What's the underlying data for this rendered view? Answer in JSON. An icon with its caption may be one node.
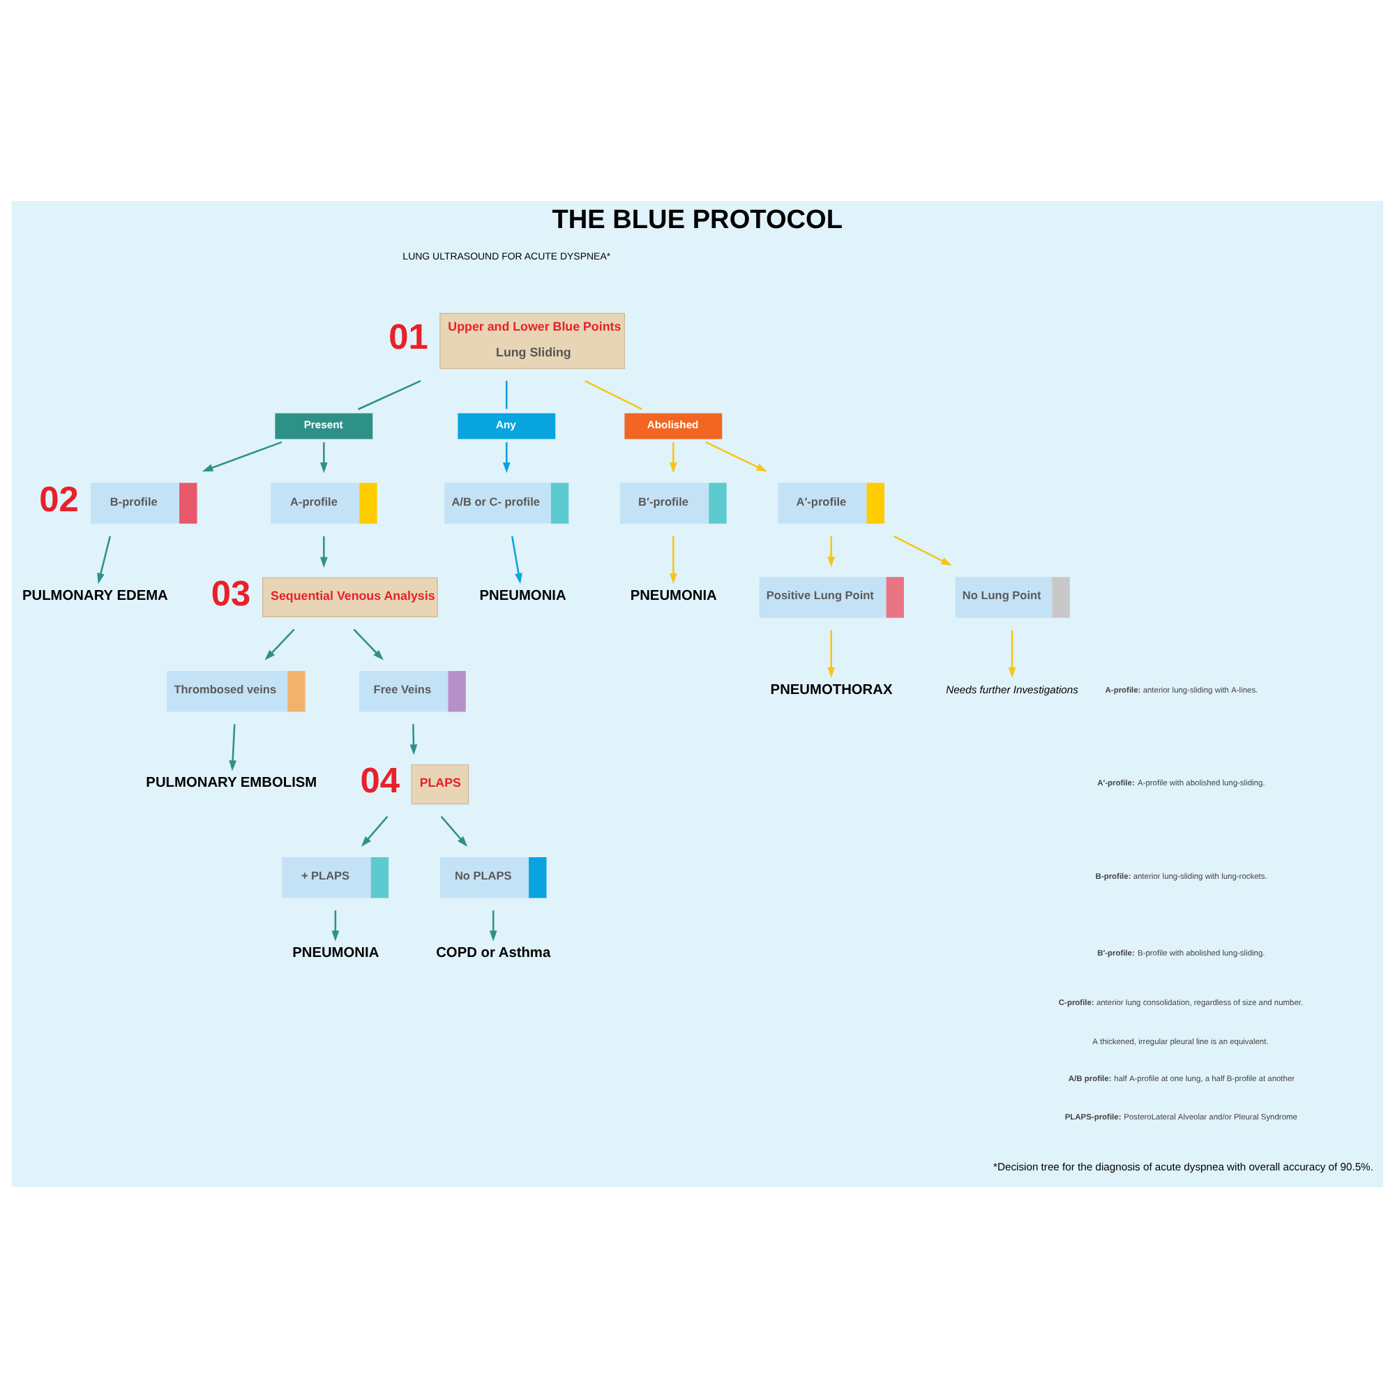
{
  "diagram": {
    "title": "THE BLUE PROTOCOL",
    "caption": "*Decision tree for the diagnosis of acute dyspnea with overall accuracy of 90.5%.",
    "nodes": [
      {
        "text": [
          "Upper and Lower Blue Points",
          "Lung Sliding"
        ],
        "beside": [
          "01"
        ]
      },
      {
        "text": [
          "Present"
        ]
      },
      {
        "text": [
          "Any"
        ]
      },
      {
        "text": [
          "Abolished"
        ]
      },
      {
        "text": [
          "B-profile"
        ],
        "beside": [
          "02"
        ]
      },
      {
        "text": [
          "A-profile"
        ]
      },
      {
        "text": [
          "A/B or C- profile"
        ]
      },
      {
        "text": [
          "B′-profile"
        ]
      },
      {
        "text": [
          "A′-profile"
        ]
      },
      {
        "text": [
          "PULMONARY EDEMA"
        ]
      },
      {
        "text": [
          "PNEUMONIA"
        ]
      },
      {
        "text": [
          "PNEUMONIA"
        ]
      },
      {
        "text": [
          "Sequential Venous Analysis"
        ],
        "beside": [
          "03"
        ]
      },
      {
        "text": [
          "Positive Lung Point"
        ]
      },
      {
        "text": [
          "No Lung Point"
        ]
      },
      {
        "text": [
          "Thrombosed veins"
        ]
      },
      {
        "text": [
          "Free Veins"
        ]
      },
      {
        "text": [
          "PNEUMOTHORAX"
        ]
      },
      {
        "text": [
          "Needs further Investigations"
        ]
      },
      {
        "text": [
          "PULMONARY EMBOLISM"
        ]
      },
      {
        "text": [
          "PLAPS"
        ],
        "beside": [
          "04"
        ]
      },
      {
        "text": [
          "+ PLAPS"
        ]
      },
      {
        "text": [
          "No PLAPS"
        ]
      },
      {
        "text": [
          "PNEUMONIA"
        ]
      },
      {
        "text": [
          "COPD or Asthma"
        ]
      }
    ],
    "edges": [
      {
        "from": 0,
        "to": 1,
        "arrow": "none"
      },
      {
        "from": 0,
        "to": 2,
        "arrow": "none",
        "color": "#0aa3e0"
      },
      {
        "from": 0,
        "to": 3,
        "arrow": "none",
        "color": "#f5c518"
      },
      {
        "from": 1,
        "to": 4,
        "arrow": "to"
      },
      {
        "from": 1,
        "to": 5,
        "arrow": "to"
      },
      {
        "from": 2,
        "to": 6,
        "arrow": "to",
        "color": "#0aa3e0"
      },
      {
        "from": 3,
        "to": 7,
        "arrow": "to",
        "color": "#f5c518"
      },
      {
        "from": 3,
        "to": 8,
        "arrow": "to",
        "color": "#f5c518"
      },
      {
        "from": 4,
        "to": 9,
        "arrow": "to"
      },
      {
        "from": 5,
        "to": 12,
        "arrow": "to"
      },
      {
        "from": 6,
        "to": 10,
        "arrow": "to",
        "color": "#0aa3e0"
      },
      {
        "from": 7,
        "to": 11,
        "arrow": "to",
        "color": "#f5c518"
      },
      {
        "from": 8,
        "to": 13,
        "arrow": "to",
        "color": "#f5c518"
      },
      {
        "from": 8,
        "to": 14,
        "arrow": "to",
        "color": "#f5c518"
      },
      {
        "from": 12,
        "to": 15,
        "arrow": "to"
      },
      {
        "from": 12,
        "to": 16,
        "arrow": "to"
      },
      {
        "from": 13,
        "to": 17,
        "arrow": "to",
        "color": "#f5c518"
      },
      {
        "from": 14,
        "to": 18,
        "arrow": "to",
        "color": "#f5c518"
      },
      {
        "from": 15,
        "to": 19,
        "arrow": "to"
      },
      {
        "from": 16,
        "to": 20,
        "arrow": "to"
      },
      {
        "from": 20,
        "to": 21,
        "arrow": "to"
      },
      {
        "from": 20,
        "to": 22,
        "arrow": "to"
      },
      {
        "from": 21,
        "to": 23,
        "arrow": "to"
      },
      {
        "from": 22,
        "to": 24,
        "arrow": "to"
      }
    ],
    "labels": [
      "LUNG ULTRASOUND FOR ACUTE DYSPNEA*",
      "**A-profile:** anterior lung-sliding with A-lines.",
      "**A′-profile:** A-profile with abolished lung-sliding.",
      "**B-profile:** anterior lung-sliding with lung-rockets.",
      "**B′-profile:** B-profile with abolished lung-sliding.",
      "**C-profile:** anterior lung consolidation, regardless of size and number.",
      "A thickened, irregular pleural line is an equivalent.",
      "**A/B profile:** half A-profile at one lung, a half B-profile at another",
      "**PLAPS-profile:** PosteroLateral Alveolar and/or Pleural Syndrome"
    ]
  }
}
